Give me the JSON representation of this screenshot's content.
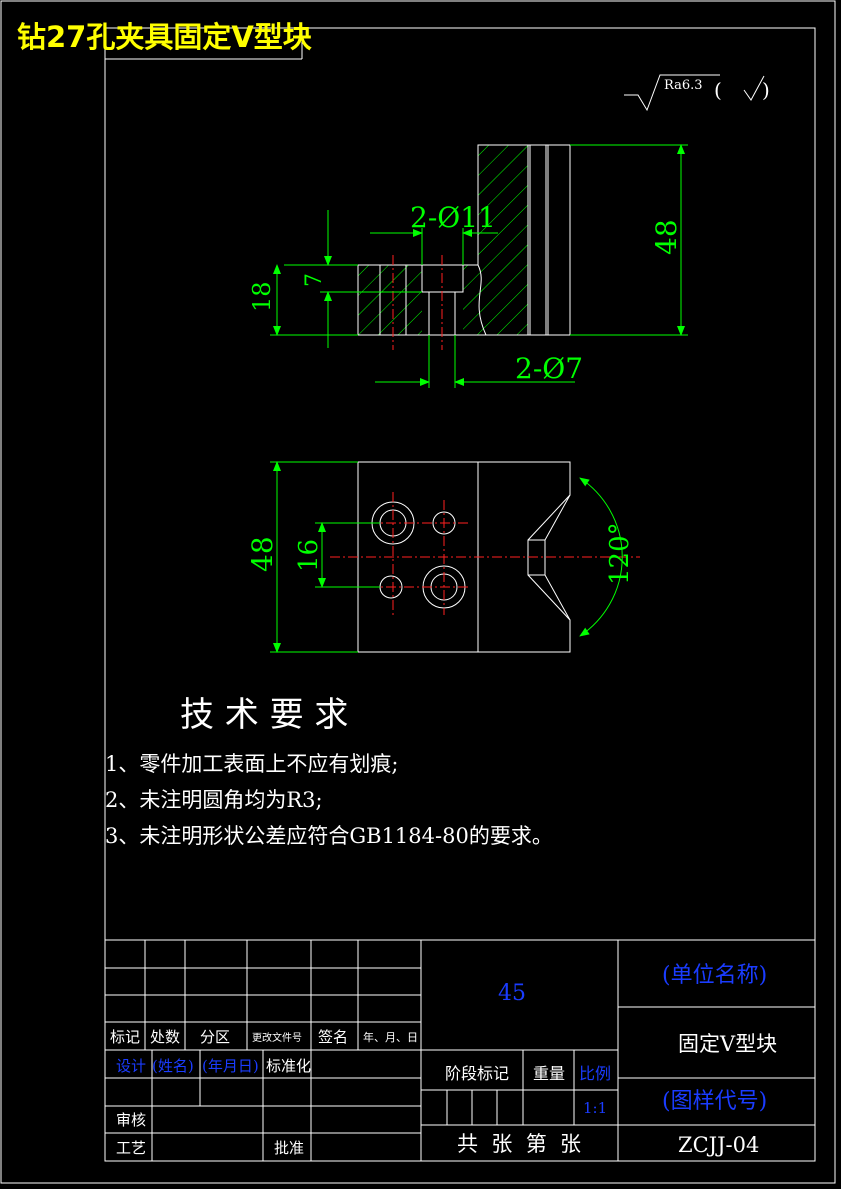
{
  "title": "钻27孔夹具固定V型块",
  "roughness": {
    "value": "Ra6.3",
    "bracket_open": "(",
    "bracket_close": ")"
  },
  "dimensions": {
    "hole_large": "2-Ø11",
    "hole_small": "2-Ø7",
    "side_height": "48",
    "left_18": "18",
    "left_7": "7",
    "front_48": "48",
    "front_16": "16",
    "angle": "120°"
  },
  "tech_requirements": {
    "heading": "技 术 要 求",
    "items": [
      "1、零件加工表面上不应有划痕;",
      "2、未注明圆角均为R3;",
      "3、未注明形状公差应符合GB1184-80的要求。"
    ]
  },
  "title_block": {
    "row_labels": [
      "标记",
      "处数",
      "分区",
      "更改文件号",
      "签名",
      "年、月、日"
    ],
    "design": "设计",
    "name_placeholder": "(姓名)",
    "date_placeholder": "(年月日)",
    "standardization": "标准化",
    "review": "审核",
    "process": "工艺",
    "approve": "批准",
    "material": "45",
    "stage_mark": "阶段标记",
    "weight": "重量",
    "scale_label": "比例",
    "scale": "1:1",
    "sheets": "共  张  第  张",
    "unit_name": "(单位名称)",
    "part_name": "固定V型块",
    "drawing_code": "(图样代号)",
    "drawing_number": "ZCJJ-04"
  },
  "colors": {
    "background": "#000000",
    "lines": "#ffffff",
    "dimensions": "#00ff00",
    "centerlines": "#ff2020",
    "block_text": "#1a3cff",
    "title": "#ffff00"
  }
}
